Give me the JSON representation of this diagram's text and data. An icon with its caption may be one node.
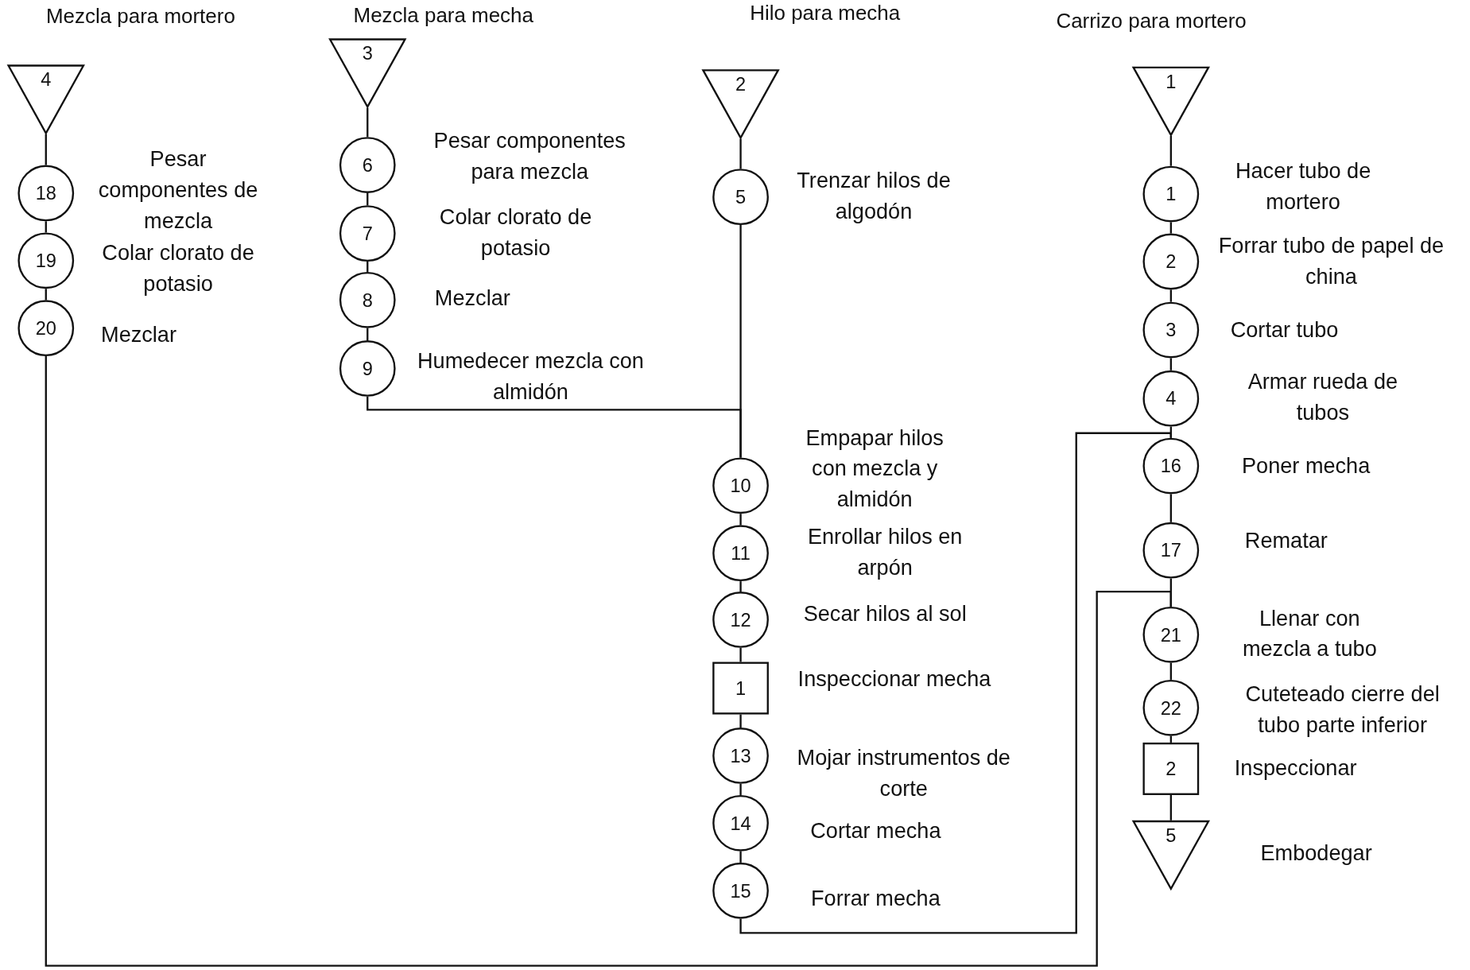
{
  "diagram": {
    "nodes": [
      {
        "text": [
          "4"
        ],
        "beside": [
          "Mezcla para mortero"
        ]
      },
      {
        "text": [
          "18"
        ],
        "beside": [
          "Pesar componentes de mezcla"
        ]
      },
      {
        "text": [
          "19"
        ],
        "beside": [
          "Colar clorato de potasio"
        ]
      },
      {
        "text": [
          "20"
        ],
        "beside": [
          "Mezclar"
        ]
      },
      {
        "text": [
          "3"
        ],
        "beside": [
          "Mezcla para mecha"
        ]
      },
      {
        "text": [
          "6"
        ],
        "beside": [
          "Pesar componentes para mezcla"
        ]
      },
      {
        "text": [
          "7"
        ],
        "beside": [
          "Colar clorato de potasio"
        ]
      },
      {
        "text": [
          "8"
        ],
        "beside": [
          "Mezclar"
        ]
      },
      {
        "text": [
          "9"
        ],
        "beside": [
          "Humedecer mezcla con almidón"
        ]
      },
      {
        "text": [
          "2"
        ],
        "beside": [
          "Hilo para mecha"
        ]
      },
      {
        "text": [
          "5"
        ],
        "beside": [
          "Trenzar hilos de algodón"
        ]
      },
      {
        "text": [
          "10"
        ],
        "beside": [
          "Empapar hilos con mezcla y almidón"
        ]
      },
      {
        "text": [
          "11"
        ],
        "beside": [
          "Enrollar hilos en arpón"
        ]
      },
      {
        "text": [
          "12"
        ],
        "beside": [
          "Secar hilos al sol"
        ]
      },
      {
        "text": [
          "1"
        ],
        "beside": [
          "Inspeccionar mecha"
        ]
      },
      {
        "text": [
          "13"
        ],
        "beside": [
          "Mojar instrumentos de corte"
        ]
      },
      {
        "text": [
          "14"
        ],
        "beside": [
          "Cortar mecha"
        ]
      },
      {
        "text": [
          "15"
        ],
        "beside": [
          "Forrar mecha"
        ]
      },
      {
        "text": [
          "1"
        ],
        "beside": [
          "Carrizo para mortero"
        ]
      },
      {
        "text": [
          "1"
        ],
        "beside": [
          "Hacer tubo de mortero"
        ]
      },
      {
        "text": [
          "2"
        ],
        "beside": [
          "Forrar tubo de papel de china"
        ]
      },
      {
        "text": [
          "3"
        ],
        "beside": [
          "Cortar tubo"
        ]
      },
      {
        "text": [
          "4"
        ],
        "beside": [
          "Armar rueda de tubos"
        ]
      },
      {
        "text": [
          "16"
        ],
        "beside": [
          "Poner mecha"
        ]
      },
      {
        "text": [
          "17"
        ],
        "beside": [
          "Rematar"
        ]
      },
      {
        "text": [
          "21"
        ],
        "beside": [
          "Llenar con mezcla a tubo"
        ]
      },
      {
        "text": [
          "22"
        ],
        "beside": [
          "Cuteteado cierre del tubo parte inferior"
        ]
      },
      {
        "text": [
          "2"
        ],
        "beside": [
          "Inspeccionar"
        ]
      },
      {
        "text": [
          "5"
        ],
        "beside": [
          "Embodegar"
        ]
      }
    ],
    "edges": [
      {
        "from": 0,
        "to": 1,
        "arrow": "none"
      },
      {
        "from": 1,
        "to": 2,
        "arrow": "none"
      },
      {
        "from": 2,
        "to": 3,
        "arrow": "none"
      },
      {
        "from": 3,
        "to": 25,
        "arrow": "none"
      },
      {
        "from": 4,
        "to": 5,
        "arrow": "none"
      },
      {
        "from": 5,
        "to": 6,
        "arrow": "none"
      },
      {
        "from": 6,
        "to": 7,
        "arrow": "none"
      },
      {
        "from": 7,
        "to": 8,
        "arrow": "none"
      },
      {
        "from": 8,
        "to": 11,
        "arrow": "none"
      },
      {
        "from": 9,
        "to": 10,
        "arrow": "none"
      },
      {
        "from": 10,
        "to": 11,
        "arrow": "none"
      },
      {
        "from": 11,
        "to": 12,
        "arrow": "none"
      },
      {
        "from": 12,
        "to": 13,
        "arrow": "none"
      },
      {
        "from": 13,
        "to": 14,
        "arrow": "none"
      },
      {
        "from": 14,
        "to": 15,
        "arrow": "none"
      },
      {
        "from": 15,
        "to": 16,
        "arrow": "none"
      },
      {
        "from": 16,
        "to": 17,
        "arrow": "none"
      },
      {
        "from": 17,
        "to": 23,
        "arrow": "none"
      },
      {
        "from": 18,
        "to": 19,
        "arrow": "none"
      },
      {
        "from": 19,
        "to": 20,
        "arrow": "none"
      },
      {
        "from": 20,
        "to": 21,
        "arrow": "none"
      },
      {
        "from": 21,
        "to": 22,
        "arrow": "none"
      },
      {
        "from": 22,
        "to": 23,
        "arrow": "none"
      },
      {
        "from": 23,
        "to": 24,
        "arrow": "none"
      },
      {
        "from": 24,
        "to": 25,
        "arrow": "none"
      },
      {
        "from": 25,
        "to": 26,
        "arrow": "none"
      },
      {
        "from": 26,
        "to": 27,
        "arrow": "none"
      },
      {
        "from": 27,
        "to": 28,
        "arrow": "none"
      }
    ]
  }
}
